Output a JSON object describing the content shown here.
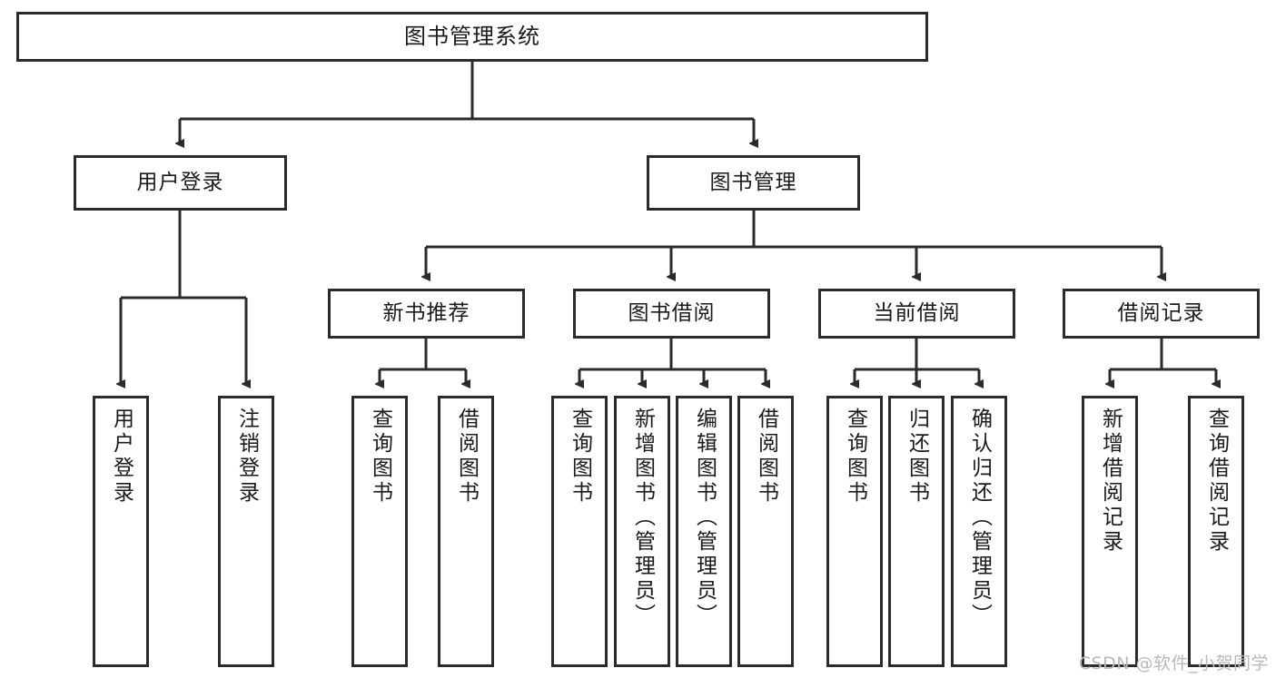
{
  "diagram": {
    "type": "tree-hierarchy",
    "title": "图书管理系统",
    "orientation": "top-down",
    "colors": {
      "stroke": "#2b2b2b",
      "fill": "#ffffff",
      "text": "#1a1a1a",
      "watermark": "#b9b9b9"
    },
    "nodes": {
      "root": {
        "label": "图书管理系统"
      },
      "level2": [
        {
          "id": "user-login",
          "label": "用户登录"
        },
        {
          "id": "book-manage",
          "label": "图书管理"
        }
      ],
      "level3": [
        {
          "id": "new-book-recommend",
          "label": "新书推荐"
        },
        {
          "id": "book-borrow",
          "label": "图书借阅"
        },
        {
          "id": "current-borrow",
          "label": "当前借阅"
        },
        {
          "id": "borrow-record",
          "label": "借阅记录"
        }
      ],
      "leaves": {
        "user-login": [
          {
            "id": "leaf-user-login",
            "label": "用户登录"
          },
          {
            "id": "leaf-logout-login",
            "label": "注销登录"
          }
        ],
        "new-book-recommend": [
          {
            "id": "leaf-query-book-1",
            "label": "查询图书"
          },
          {
            "id": "leaf-borrow-book-1",
            "label": "借阅图书"
          }
        ],
        "book-borrow": [
          {
            "id": "leaf-query-book-2",
            "label": "查询图书"
          },
          {
            "id": "leaf-add-book",
            "label": "新增图书（管理员）"
          },
          {
            "id": "leaf-edit-book",
            "label": "编辑图书（管理员）"
          },
          {
            "id": "leaf-borrow-book-2",
            "label": "借阅图书"
          }
        ],
        "current-borrow": [
          {
            "id": "leaf-query-book-3",
            "label": "查询图书"
          },
          {
            "id": "leaf-return-book",
            "label": "归还图书"
          },
          {
            "id": "leaf-confirm-return",
            "label": "确认归还（管理员）"
          }
        ],
        "borrow-record": [
          {
            "id": "leaf-add-record",
            "label": "新增借阅记录"
          },
          {
            "id": "leaf-query-record",
            "label": "查询借阅记录"
          }
        ]
      }
    },
    "watermark": "CSDN @软件_小贺同学"
  }
}
